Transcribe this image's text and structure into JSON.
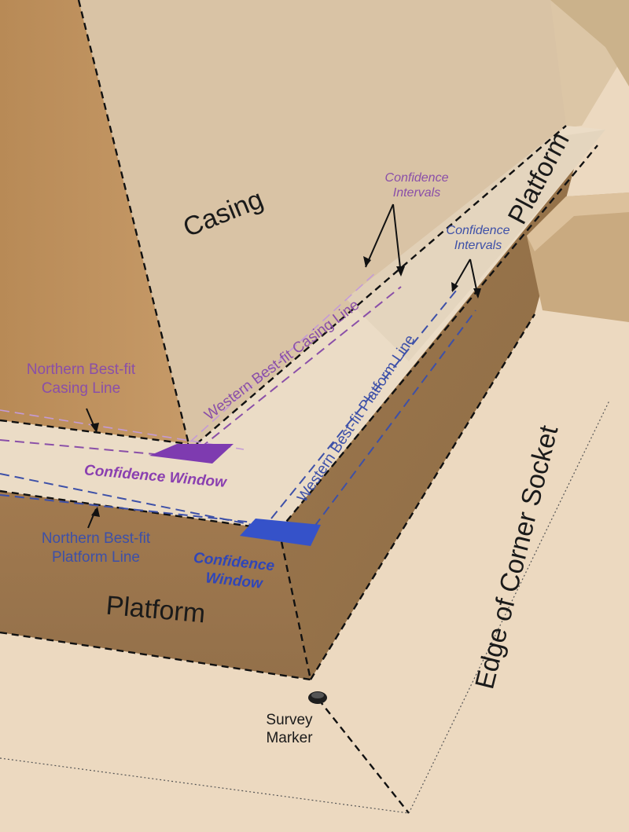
{
  "labels": {
    "casing": "Casing",
    "platform_top": "Platform",
    "platform_bottom": "Platform",
    "edge_corner_socket": "Edge of Corner Socket",
    "survey_marker_line1": "Survey",
    "survey_marker_line2": "Marker",
    "confidence_intervals_casing_line1": "Confidence",
    "confidence_intervals_casing_line2": "Intervals",
    "confidence_intervals_platform_line1": "Confidence",
    "confidence_intervals_platform_line2": "Intervals",
    "northern_casing_line1": "Northern Best-fit",
    "northern_casing_line2": "Casing Line",
    "western_casing": "Western Best-fit Casing Line",
    "confidence_window_casing": "Confidence Window",
    "western_platform": "Western Best-fit Platform Line",
    "northern_platform_line1": "Northern Best-fit",
    "northern_platform_line2": "Platform Line",
    "confidence_window_platform_line1": "Confidence",
    "confidence_window_platform_line2": "Window"
  },
  "colors": {
    "casing_purple": "#8a4fa8",
    "platform_blue": "#3d50a8",
    "casing_window_fill": "#7e3bb0",
    "platform_window_fill": "#3552c9"
  }
}
